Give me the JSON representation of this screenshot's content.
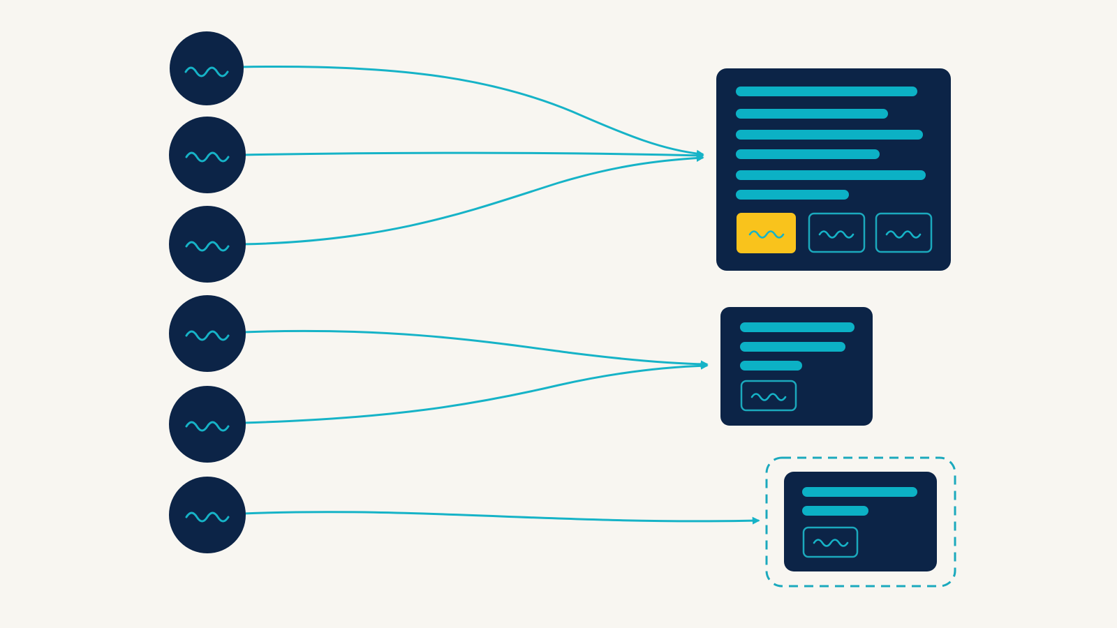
{
  "colors": {
    "background": "#f8f6f1",
    "navy": "#0c2447",
    "teal": "#16b3c7",
    "teal_bar": "#0cb1c5",
    "teal_outline": "#1ba9bd",
    "yellow": "#f9c31c"
  },
  "diagram": {
    "sources": [
      {
        "icon": "squiggle-icon",
        "target": "card-large"
      },
      {
        "icon": "squiggle-icon",
        "target": "card-large"
      },
      {
        "icon": "squiggle-icon",
        "target": "card-large"
      },
      {
        "icon": "squiggle-icon",
        "target": "card-medium"
      },
      {
        "icon": "squiggle-icon",
        "target": "card-medium"
      },
      {
        "icon": "squiggle-icon",
        "target": "card-small"
      }
    ],
    "cards": [
      {
        "id": "card-large",
        "text_line_count": 6,
        "buttons": [
          {
            "style": "filled",
            "icon": "squiggle-icon"
          },
          {
            "style": "outline",
            "icon": "squiggle-icon"
          },
          {
            "style": "outline",
            "icon": "squiggle-icon"
          }
        ]
      },
      {
        "id": "card-medium",
        "text_line_count": 3,
        "buttons": [
          {
            "style": "outline",
            "icon": "squiggle-icon"
          }
        ]
      },
      {
        "id": "card-small",
        "text_line_count": 2,
        "selected": true,
        "selection_style": "dashed",
        "buttons": [
          {
            "style": "outline",
            "icon": "squiggle-icon"
          }
        ]
      }
    ]
  }
}
